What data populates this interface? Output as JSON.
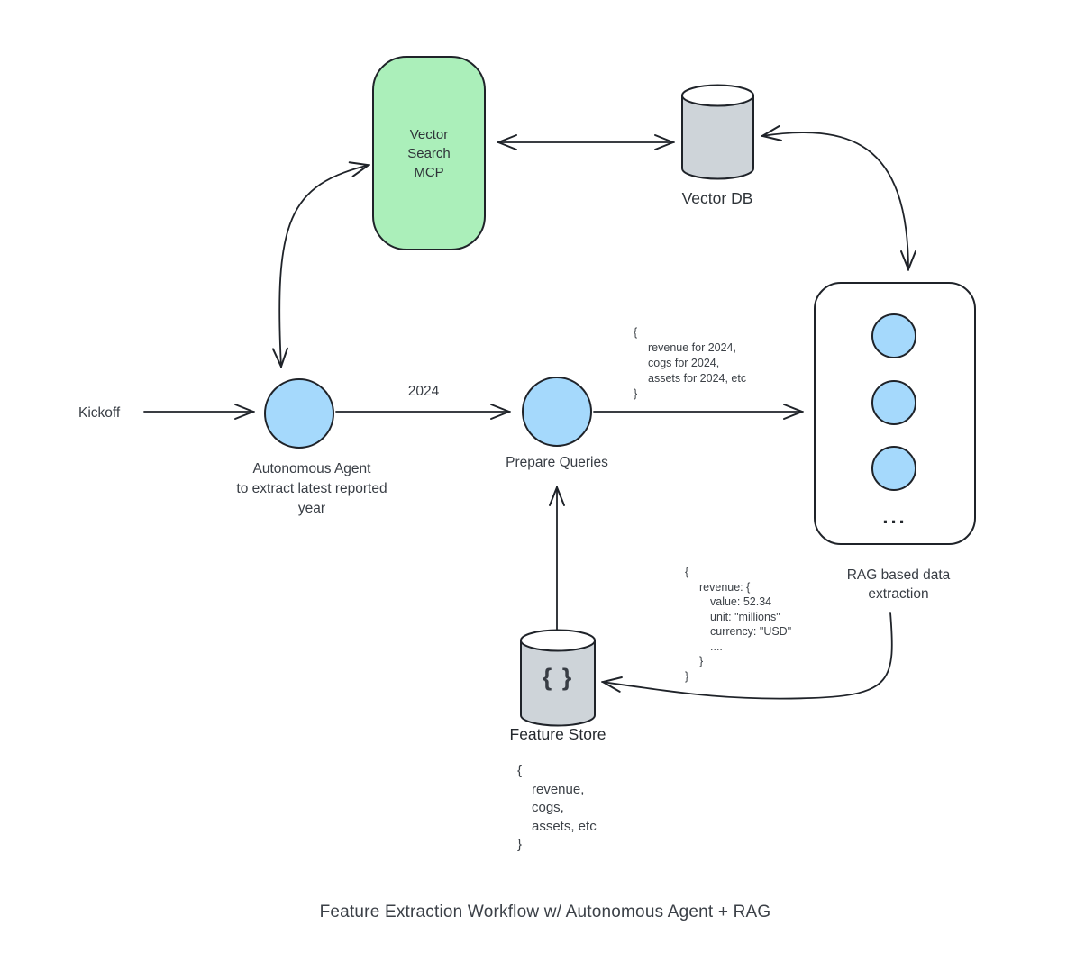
{
  "title": "Feature Extraction Workflow w/ Autonomous Agent + RAG",
  "colors": {
    "green": "#abefba",
    "blue": "#a5d9fc",
    "gray": "#ced4d9",
    "stroke": "#1f2329"
  },
  "nodes": {
    "vector_search_mcp": {
      "lines": [
        "Vector",
        "Search",
        "MCP"
      ]
    },
    "vector_db": {
      "label": "Vector DB"
    },
    "autonomous_agent": {
      "lines": [
        "Autonomous Agent",
        "to extract latest reported",
        "year"
      ]
    },
    "prepare_queries": {
      "label": "Prepare Queries"
    },
    "rag": {
      "lines": [
        "RAG based data",
        "extraction"
      ],
      "ellipsis": "..."
    },
    "feature_store": {
      "label": "Feature Store",
      "glyph": "{ }"
    }
  },
  "labels": {
    "kickoff": "Kickoff",
    "year": "2024"
  },
  "annotations": {
    "queries": [
      "{",
      "revenue for 2024,",
      "cogs for 2024,",
      "assets for 2024, etc",
      "}"
    ],
    "feature_value": [
      "{",
      "revenue: {",
      "value: 52.34",
      "unit: \"millions\"",
      "currency: \"USD\"",
      "....",
      "}",
      "}"
    ],
    "feature_keys": [
      "{",
      "revenue,",
      "cogs,",
      "assets, etc",
      "}"
    ]
  }
}
